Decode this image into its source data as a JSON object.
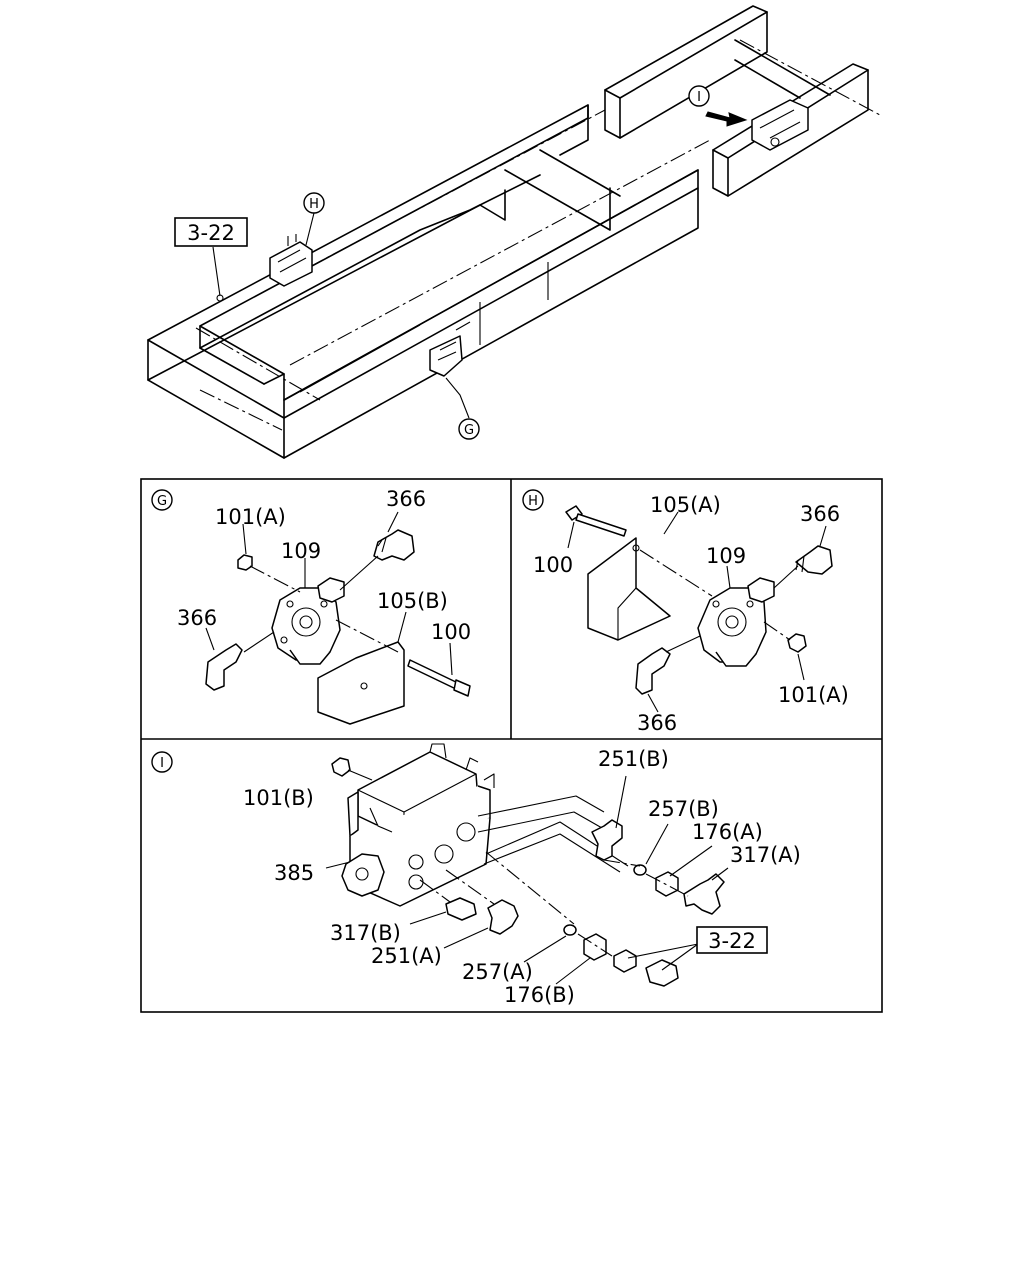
{
  "overview": {
    "ref_box": "3-22",
    "callouts": {
      "g": "G",
      "h": "H",
      "i": "I"
    }
  },
  "panel_g": {
    "callout": "G",
    "labels": {
      "l101a": "101(A)",
      "l366_top": "366",
      "l109": "109",
      "l366_left": "366",
      "l105b": "105(B)",
      "l100": "100"
    }
  },
  "panel_h": {
    "callout": "H",
    "labels": {
      "l100": "100",
      "l105a": "105(A)",
      "l366_top": "366",
      "l109": "109",
      "l101a": "101(A)",
      "l366_bottom": "366"
    }
  },
  "panel_i": {
    "callout": "I",
    "ref_box": "3-22",
    "labels": {
      "l101b": "101(B)",
      "l251b": "251(B)",
      "l257b": "257(B)",
      "l176a": "176(A)",
      "l317a": "317(A)",
      "l385": "385",
      "l317b": "317(B)",
      "l251a": "251(A)",
      "l257a": "257(A)",
      "l176b": "176(B)"
    }
  }
}
